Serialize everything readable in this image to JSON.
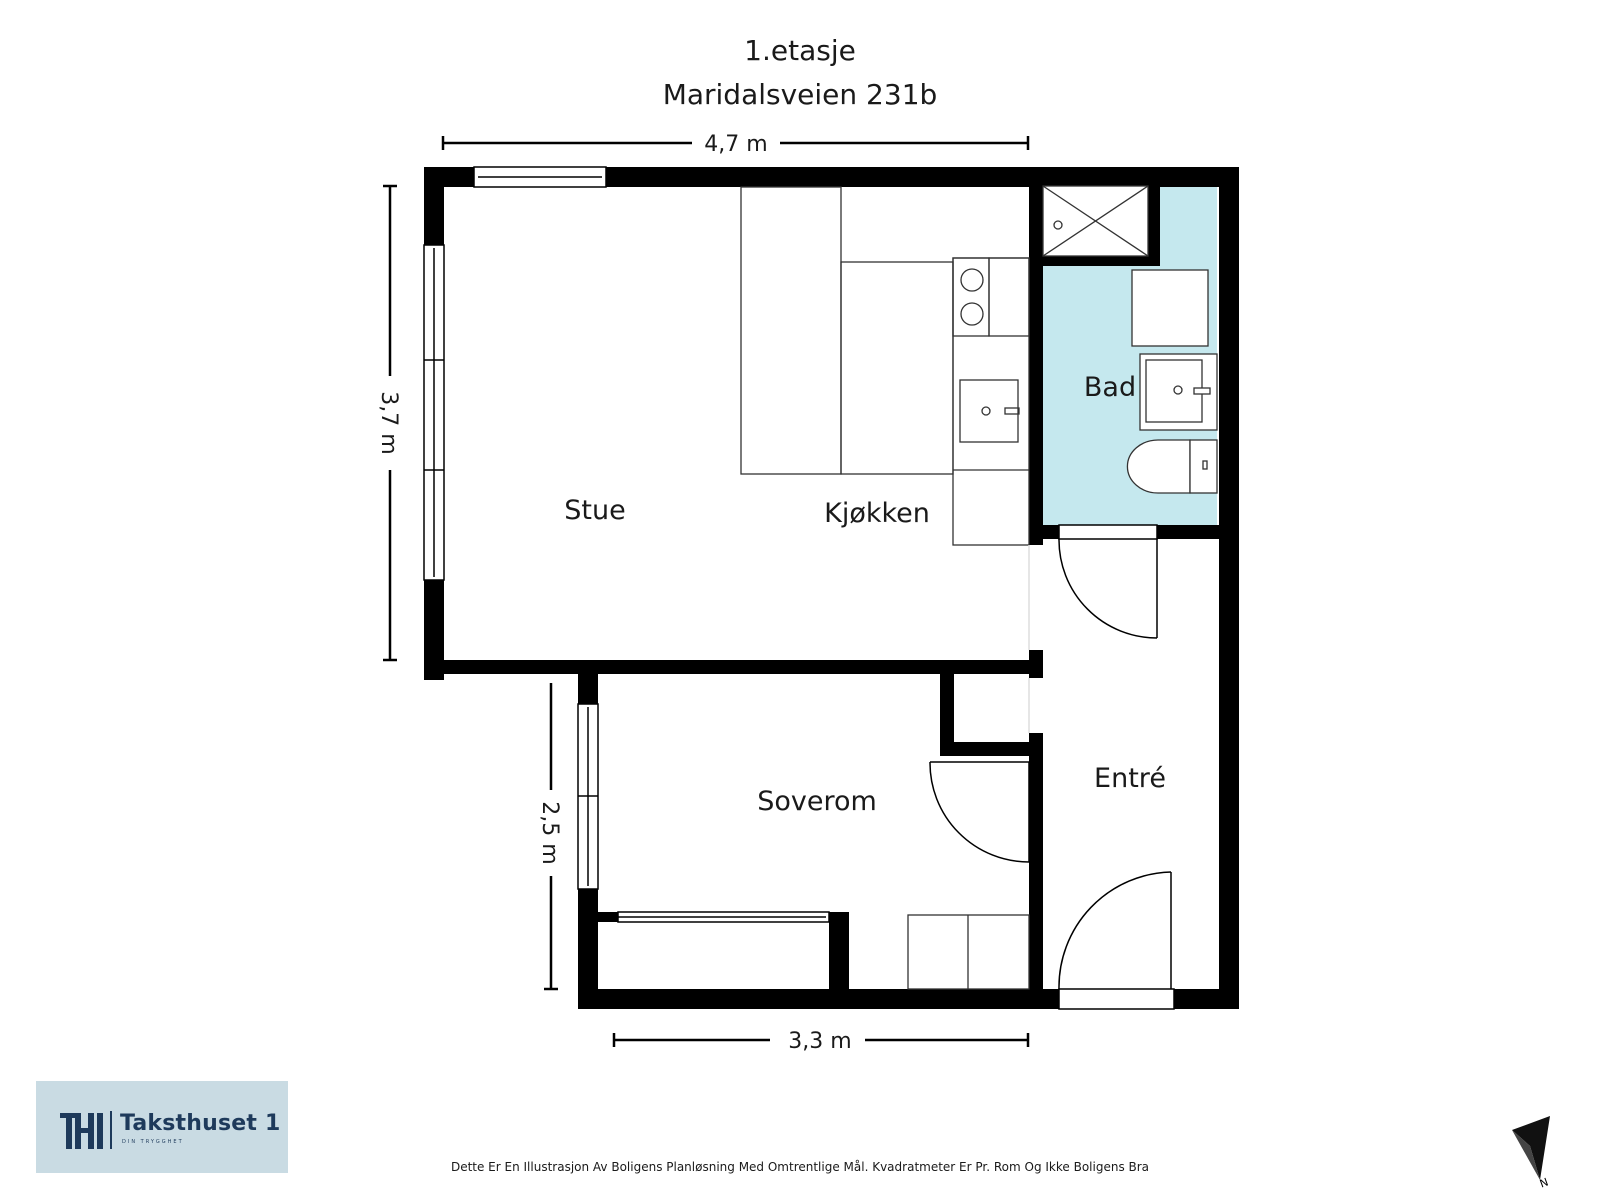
{
  "floor": {
    "level": "1.etasje",
    "address": "Maridalsveien 231b"
  },
  "rooms": {
    "stue": "Stue",
    "kjokken": "Kjøkken",
    "bad": "Bad",
    "soverom": "Soverom",
    "entre": "Entré"
  },
  "dimensions": {
    "top_width": "4,7 m",
    "left_height": "3,7 m",
    "bedroom_height": "2,5 m",
    "bottom_width": "3,3 m"
  },
  "brand": {
    "name": "Taksthuset 1",
    "tagline": "DIN TRYGGHET",
    "color": "#1e3a5b",
    "background": "#c9dbe3"
  },
  "disclaimer": "Dette Er En Illustrasjon Av Boligens Planløsning Med Omtrentlige Mål. Kvadratmeter Er Pr. Rom Og Ikke Boligens Bra",
  "compass": {
    "label": "N",
    "icon": "north-arrow-icon"
  },
  "colors": {
    "wall": "#000000",
    "bathroom": "#c5e8ee"
  }
}
